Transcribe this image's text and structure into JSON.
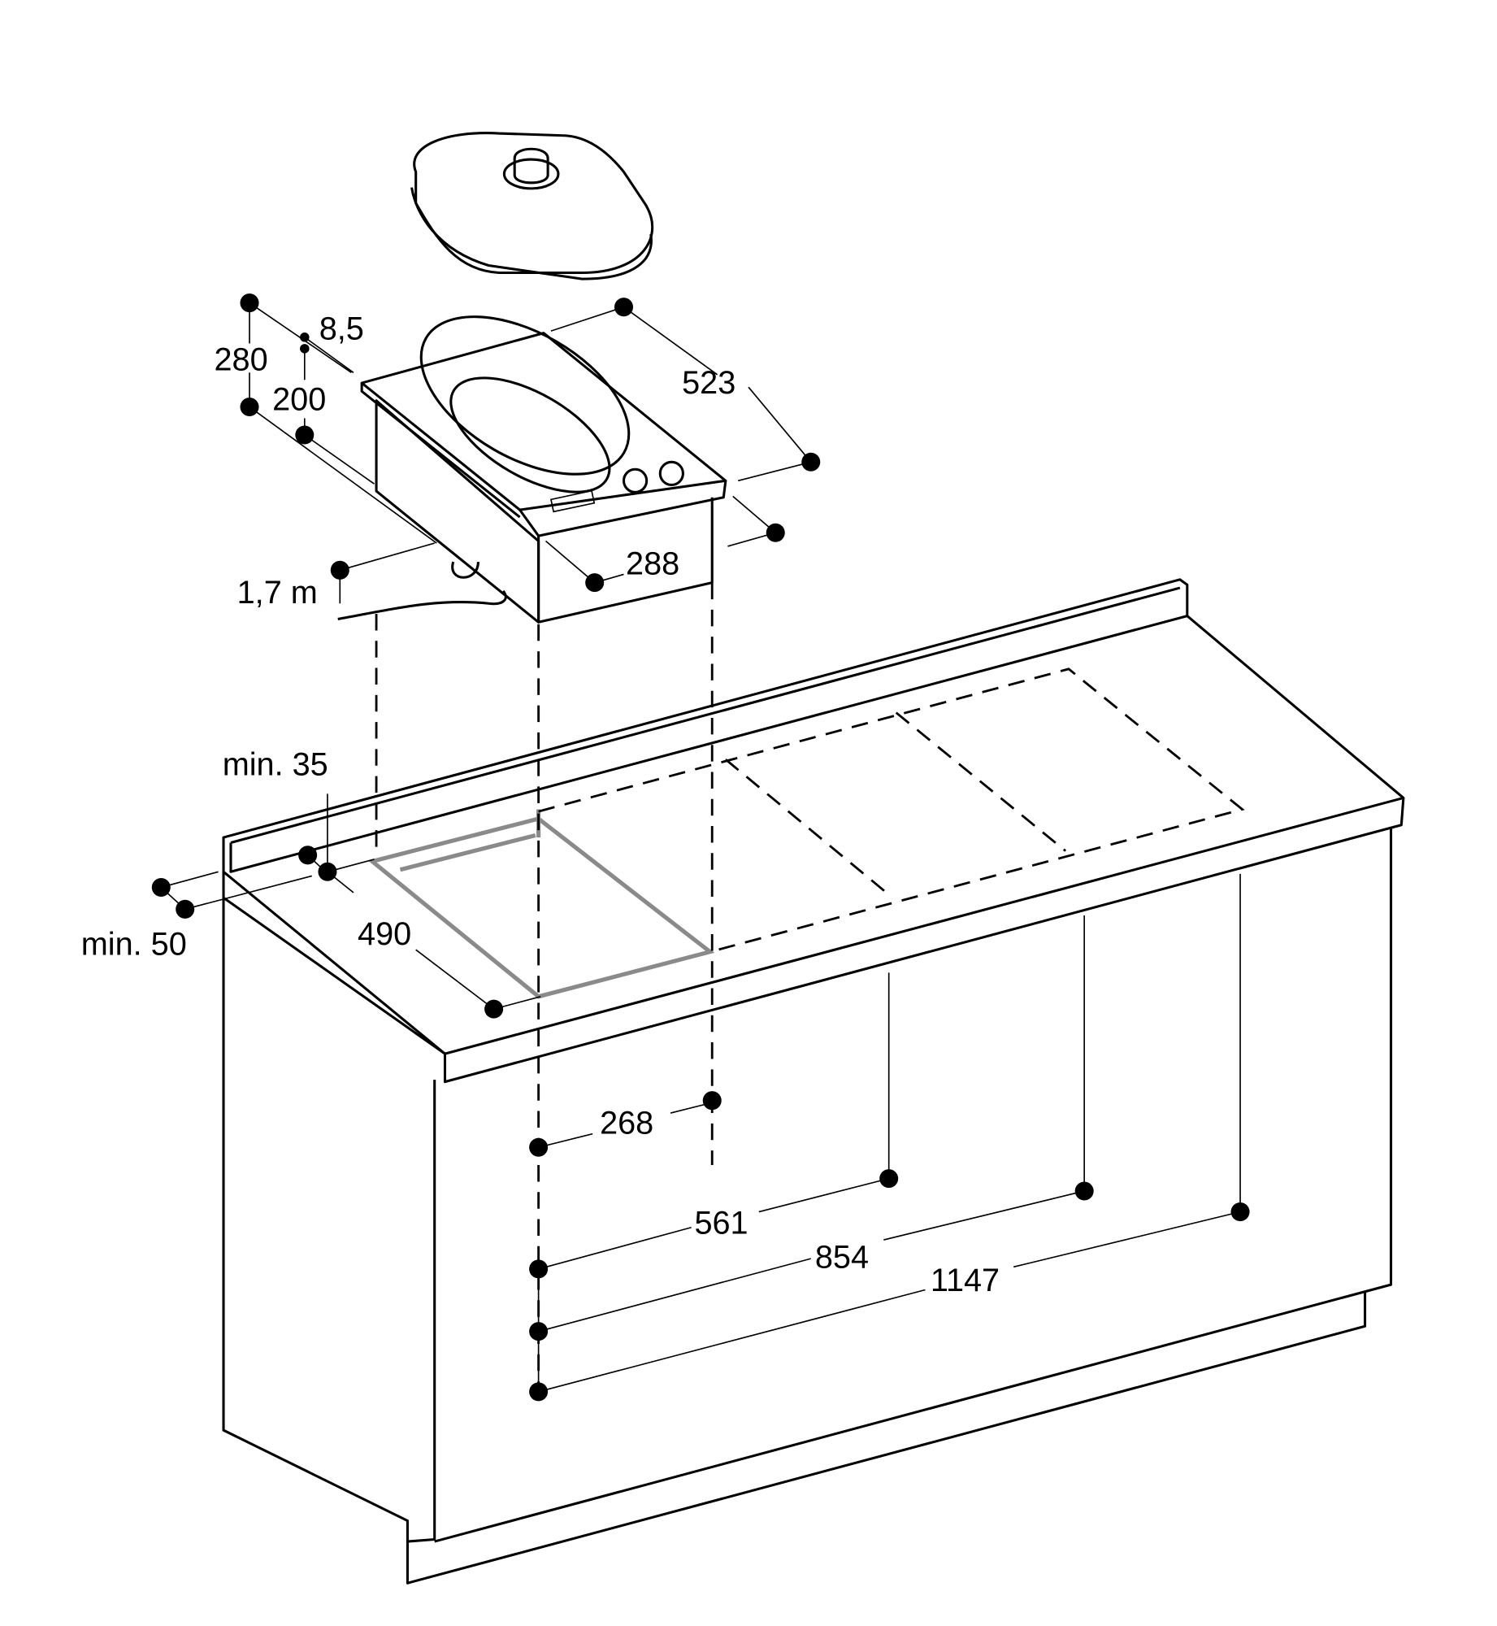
{
  "diagram": {
    "title": "Built-in dimensions (mm)",
    "dimensions": {
      "d280": "280",
      "d8_5": "8,5",
      "d200": "200",
      "d523": "523",
      "d288": "288",
      "cable": "1,7 m",
      "min35": "min. 35",
      "min50": "min. 50",
      "d490": "490",
      "d268": "268",
      "d561": "561",
      "d854": "854",
      "d1147": "1147"
    },
    "colors": {
      "line": "#000000",
      "cutout": "#8a8a8a",
      "shade": "#f2f2f2"
    }
  }
}
